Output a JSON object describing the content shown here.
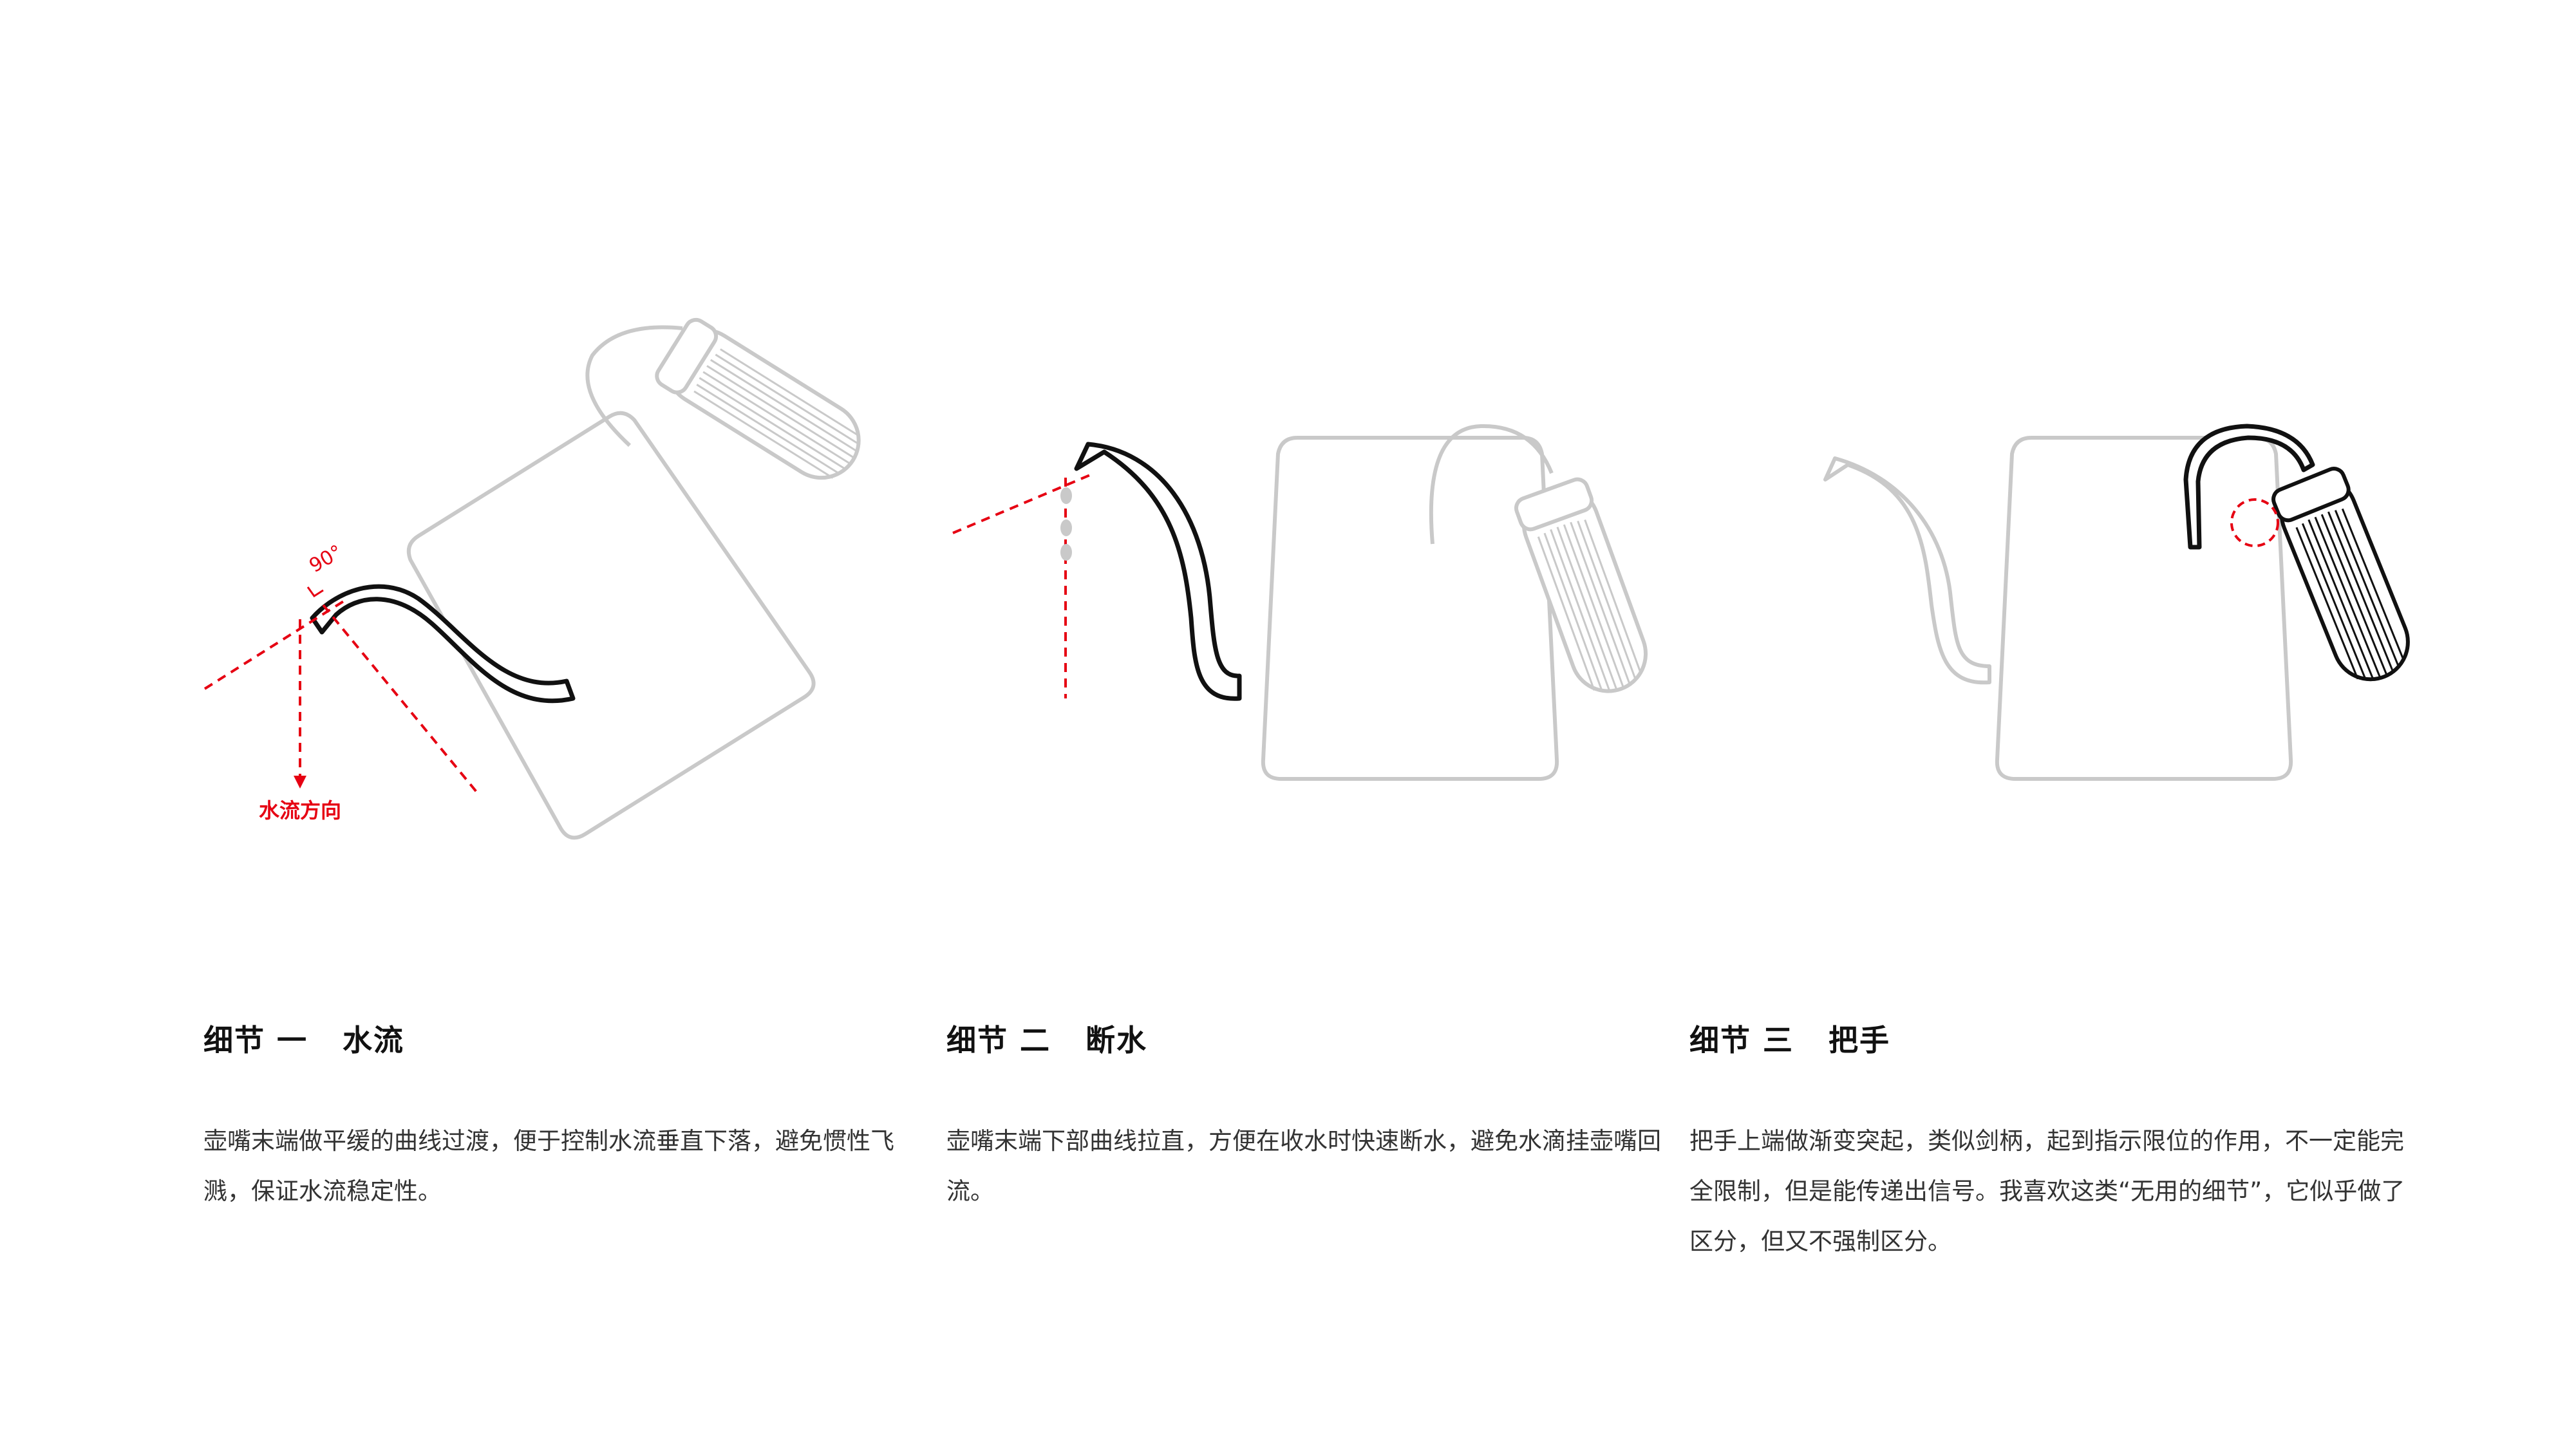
{
  "colors": {
    "accent": "#e60012",
    "outline_muted": "#c9c9c9",
    "outline_strong": "#111111"
  },
  "illustrations": [
    {
      "angle_label": "90°",
      "direction_label": "水流方向"
    },
    {},
    {}
  ],
  "details": [
    {
      "title": "细节 一   水流",
      "body": "壶嘴末端做平缓的曲线过渡，便于控制水流垂直下落，避免惯性飞溅，保证水流稳定性。"
    },
    {
      "title": "细节 二   断水",
      "body": "壶嘴末端下部曲线拉直，方便在收水时快速断水，避免水滴挂壶嘴回流。"
    },
    {
      "title": "细节 三   把手",
      "body": "把手上端做渐变突起，类似剑柄，起到指示限位的作用，不一定能完全限制，但是能传递出信号。我喜欢这类“无用的细节”，它似乎做了区分，但又不强制区分。"
    }
  ]
}
